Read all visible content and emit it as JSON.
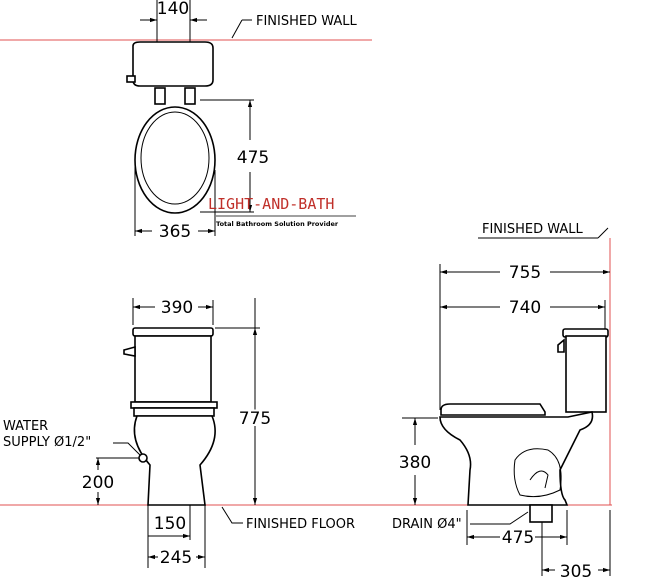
{
  "top_view": {
    "finished_wall": "FINISHED WALL",
    "dim_width_hinge": "140",
    "dim_seat_length": "475",
    "dim_seat_width": "365"
  },
  "logo": {
    "name": "LIGHT-AND-BATH",
    "tagline": "Total Bathroom Solution Provider"
  },
  "front_view": {
    "dim_tank_width": "390",
    "dim_height": "775",
    "water_supply_1": "WATER",
    "water_supply_2": "SUPPLY Ø1/2\"",
    "dim_supply_height": "200",
    "dim_base_inner": "150",
    "dim_base_outer": "245",
    "finished_floor": "FINISHED FLOOR"
  },
  "side_view": {
    "finished_wall": "FINISHED WALL",
    "dim_total_depth": "755",
    "dim_depth": "740",
    "dim_seat_height": "380",
    "drain": "DRAIN Ø4\"",
    "dim_drain_to_front": "475",
    "dim_drain_to_wall": "305"
  },
  "colors": {
    "wall_line": "#e05050",
    "logo": "#c0302a"
  }
}
